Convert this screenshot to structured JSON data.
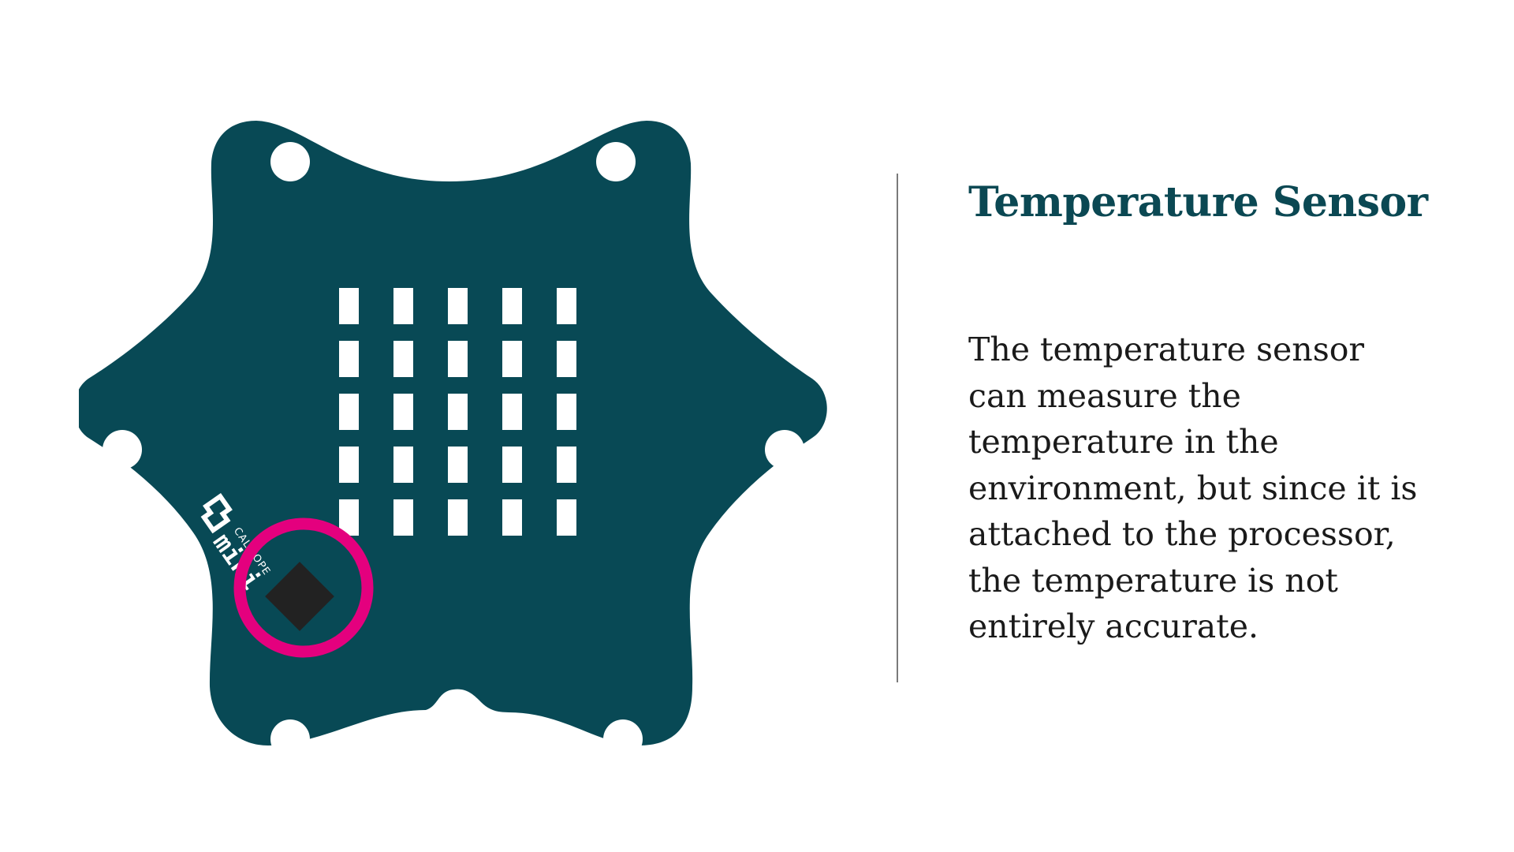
{
  "slide": {
    "title": "Temperature Sensor",
    "body_lines": [
      "The temperature sensor",
      "can measure the",
      "temperature in the",
      "environment, but since it is",
      "attached to the processor,",
      "the temperature is not",
      "entirely accurate."
    ]
  },
  "board": {
    "logo_text": "CALLIOPE",
    "logo_word": "mini",
    "led_matrix": {
      "rows": 5,
      "cols": 5
    }
  },
  "colors": {
    "board": "#084955",
    "heading": "#0b4853",
    "highlight_ring": "#e4007e",
    "chip": "#222222"
  },
  "icons": {
    "board_logo": "calliope-mini-logo",
    "highlight": "highlight-ring",
    "sensor": "processor-chip"
  }
}
